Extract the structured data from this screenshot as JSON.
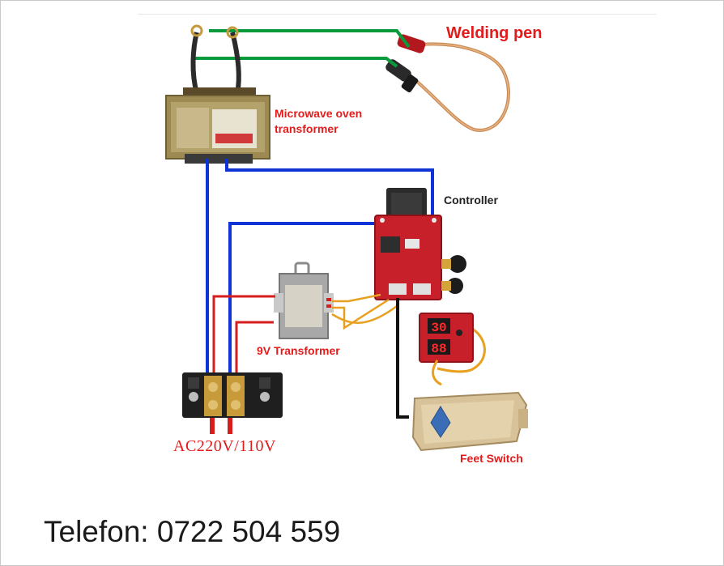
{
  "labels": {
    "welding_pen": "Welding pen",
    "microwave_line1": "Microwave oven",
    "microwave_line2": "transformer",
    "controller": "Controller",
    "transformer_9v": "9V Transformer",
    "ac_input": "AC220V/110V",
    "feet_switch": "Feet Switch",
    "phone": "Telefon: 0722 504 559"
  },
  "display": {
    "top_reading": "30",
    "bottom_reading": "88"
  },
  "colors": {
    "label_red": "#e31b1b",
    "wire_green": "#0a9a3c",
    "wire_blue": "#1033d6",
    "wire_red": "#d61e1e",
    "wire_orange": "#e8a020",
    "wire_black": "#111111",
    "board_red": "#c8202a",
    "transformer_body": "#9d8a52",
    "pedal_body": "#d8c29a"
  }
}
